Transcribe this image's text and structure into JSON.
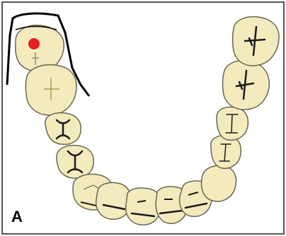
{
  "panel": {
    "label": "A"
  },
  "colors": {
    "tooth_fill": "#f3ebbd",
    "tooth_outline": "#6b6650",
    "groove": "#1a1a1a",
    "marker": "#e41f1f",
    "bracket": "#000000",
    "frame_border": "#555555"
  },
  "teeth": [
    "left-second-molar",
    "left-first-molar",
    "left-second-premolar",
    "left-first-premolar",
    "left-canine",
    "left-lateral-incisor",
    "left-central-incisor",
    "right-central-incisor",
    "right-lateral-incisor",
    "right-canine",
    "right-first-premolar",
    "right-second-premolar",
    "right-first-molar",
    "right-second-molar"
  ]
}
